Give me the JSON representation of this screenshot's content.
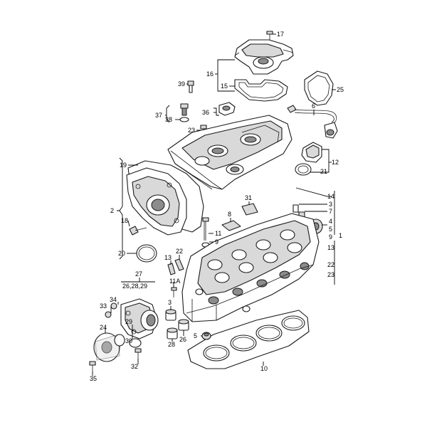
{
  "labels": {
    "p17": "17",
    "p16": "16",
    "p15": "15",
    "p25": "25",
    "p39": "39",
    "p6": "6",
    "p36": "36",
    "p37": "37",
    "p38": "38",
    "p23": "23",
    "p12": "12",
    "p21": "21",
    "p19": "19",
    "p14": "14",
    "p3": "3",
    "p7": "7",
    "p31": "31",
    "p2": "2",
    "p8": "8",
    "p4": "4",
    "p5": "5",
    "p9": "9",
    "p1": "1",
    "p18": "18",
    "p11": "11",
    "p9b": "9",
    "p13": "13",
    "p22": "22",
    "p13b": "13",
    "p20": "20",
    "p22b": "22",
    "p23b": "23",
    "p27": "27",
    "p262829": "26,28,29",
    "p11a": "11A",
    "p3b": "3",
    "p34": "34",
    "p33": "33",
    "p29": "29",
    "p24": "24",
    "p30": "30",
    "p5b": "5",
    "p28": "28",
    "p26": "26",
    "p32": "32",
    "p10": "10",
    "p35": "35"
  }
}
